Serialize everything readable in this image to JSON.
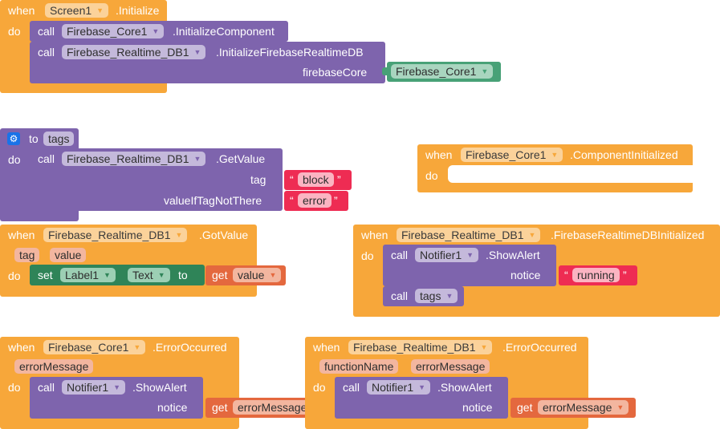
{
  "blocks": {
    "screen_init": {
      "when": "when",
      "component": "Screen1",
      "event": ".Initialize",
      "do": "do",
      "call1": {
        "call": "call",
        "component": "Firebase_Core1",
        "method": ".InitializeComponent"
      },
      "call2": {
        "call": "call",
        "component": "Firebase_Realtime_DB1",
        "method": ".InitializeFirebaseRealtimeDB",
        "param": "firebaseCore",
        "arg": "Firebase_Core1"
      }
    },
    "proc_tags": {
      "to": "to",
      "name": "tags",
      "do": "do",
      "call": {
        "call": "call",
        "component": "Firebase_Realtime_DB1",
        "method": ".GetValue",
        "param1": "tag",
        "arg1": "block",
        "param2": "valueIfTagNotThere",
        "arg2": "error"
      }
    },
    "core_init": {
      "when": "when",
      "component": "Firebase_Core1",
      "event": ".ComponentInitialized",
      "do": "do"
    },
    "got_value": {
      "when": "when",
      "component": "Firebase_Realtime_DB1",
      "event": ".GotValue",
      "params": [
        "tag",
        "value"
      ],
      "do": "do",
      "set": {
        "set": "set",
        "component": "Label1",
        "dot": ".",
        "property": "Text",
        "to": "to",
        "get": "get",
        "var": "value"
      }
    },
    "rtdb_init": {
      "when": "when",
      "component": "Firebase_Realtime_DB1",
      "event": ".FirebaseRealtimeDBInitialized",
      "do": "do",
      "call1": {
        "call": "call",
        "component": "Notifier1",
        "method": ".ShowAlert",
        "param": "notice",
        "arg": "running"
      },
      "call2": {
        "call": "call",
        "proc": "tags"
      }
    },
    "core_error": {
      "when": "when",
      "component": "Firebase_Core1",
      "event": ".ErrorOccurred",
      "params": [
        "errorMessage"
      ],
      "do": "do",
      "call": {
        "call": "call",
        "component": "Notifier1",
        "method": ".ShowAlert",
        "param": "notice",
        "get": "get",
        "var": "errorMessage"
      }
    },
    "rtdb_error": {
      "when": "when",
      "component": "Firebase_Realtime_DB1",
      "event": ".ErrorOccurred",
      "params": [
        "functionName",
        "errorMessage"
      ],
      "do": "do",
      "call": {
        "call": "call",
        "component": "Notifier1",
        "method": ".ShowAlert",
        "param": "notice",
        "get": "get",
        "var": "errorMessage"
      }
    }
  },
  "glyphs": {
    "dropdown": "▼",
    "open_quote": "“",
    "close_quote": "”",
    "gear": "⚙"
  },
  "colors": {
    "event": "#f7a73a",
    "component_call": "#7e64ad",
    "set_block": "#2f8458",
    "component_ref": "#48a177",
    "text": "#ee2c53",
    "variable": "#e4683e",
    "mutator": "#1a73e8"
  }
}
